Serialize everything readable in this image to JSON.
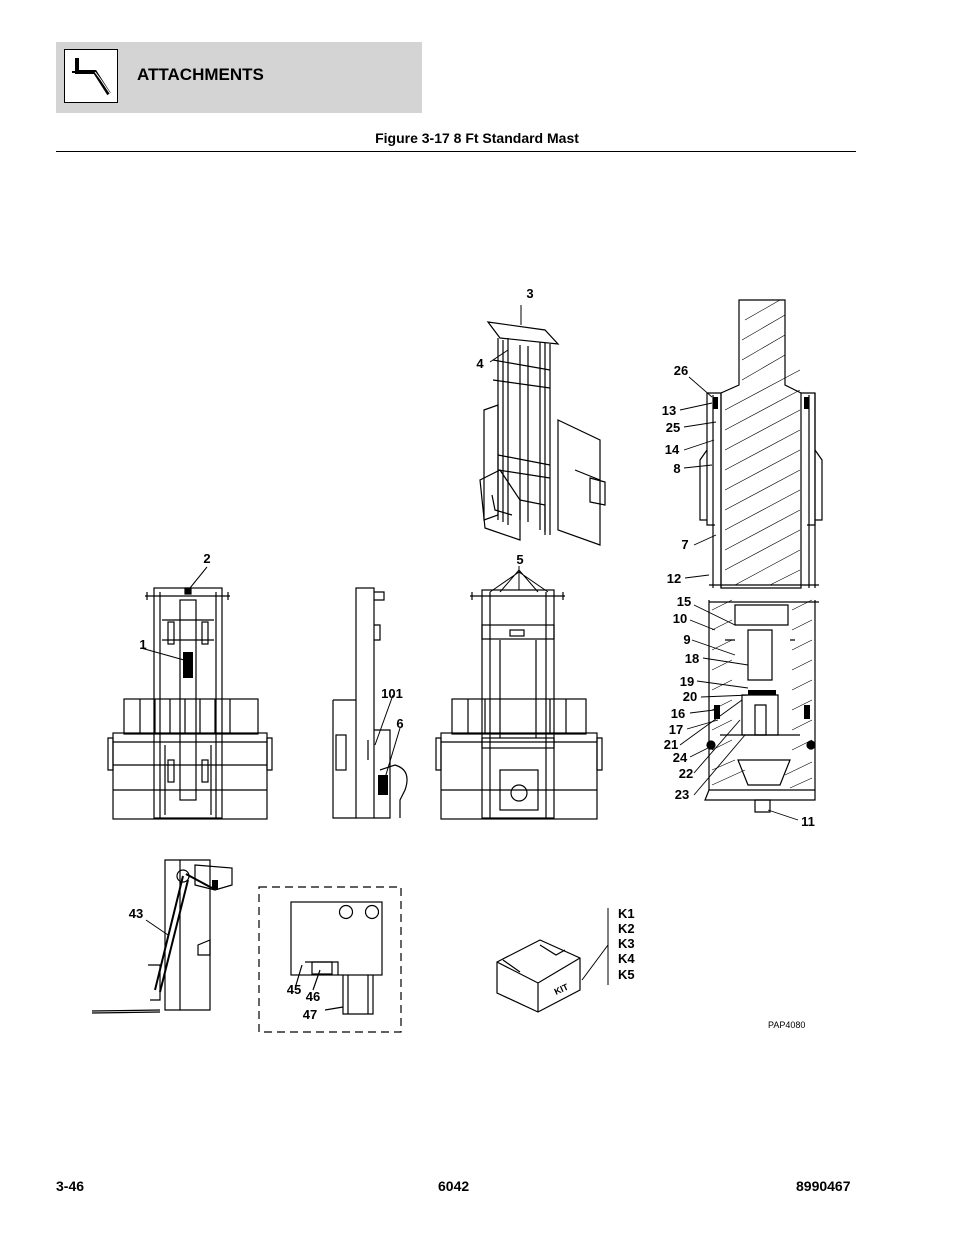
{
  "header": {
    "section_title": "ATTACHMENTS",
    "icon": "attachment-fork-icon"
  },
  "figure": {
    "title": "Figure 3-17 8 Ft Standard Mast",
    "reference": "PAP4080",
    "box_label": "KIT",
    "callouts": [
      "1",
      "2",
      "3",
      "4",
      "5",
      "6",
      "7",
      "8",
      "9",
      "10",
      "11",
      "12",
      "13",
      "14",
      "15",
      "16",
      "17",
      "18",
      "19",
      "20",
      "21",
      "22",
      "23",
      "24",
      "25",
      "26",
      "43",
      "45",
      "46",
      "47",
      "101"
    ],
    "kit_items": [
      "K1",
      "K2",
      "K3",
      "K4",
      "K5"
    ]
  },
  "footer": {
    "page": "3-46",
    "model": "6042",
    "part_number": "8990467"
  }
}
